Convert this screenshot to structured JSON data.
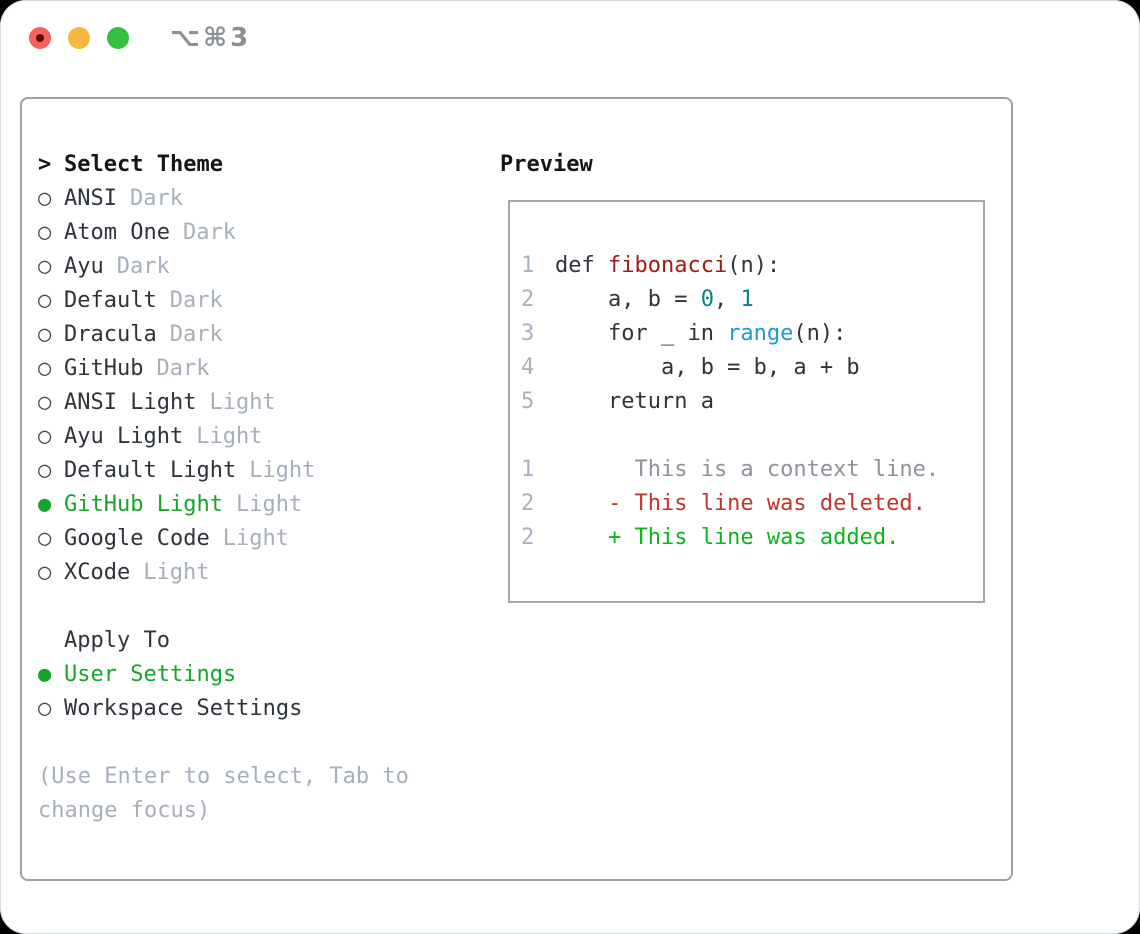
{
  "window": {
    "title": "⌥⌘3"
  },
  "colors": {
    "backdrop": "#000000",
    "window_bg": "#ffffff",
    "window_edge": "#d7dbdf",
    "title_gray": "#8b9096",
    "light_red": "#f4615a",
    "light_red_dot": "#5c0b06",
    "light_yellow": "#f6b73c",
    "light_green": "#32c03f",
    "panel_border": "#99a1ab",
    "preview_border": "#9fa7b1",
    "text_dark": "#2e343b",
    "header_dark": "#14171a",
    "muted": "#a6afbb",
    "radio_ring": "#444b53",
    "line_number": "#a6b2bf",
    "context_gray": "#8d939b",
    "accent_green": "#17a42b",
    "added_green": "#0cb41c",
    "deleted_red": "#c1352b",
    "function_red": "#a31a1a",
    "number_teal": "#0b7e87",
    "builtin_blue": "#1b98d8"
  },
  "theme_panel": {
    "header_marker": ">",
    "header": "Select Theme",
    "marker_unselected": "○",
    "marker_selected": "●",
    "items": [
      {
        "label": "ANSI",
        "variant": "Dark",
        "selected": false
      },
      {
        "label": "Atom One",
        "variant": "Dark",
        "selected": false
      },
      {
        "label": "Ayu",
        "variant": "Dark",
        "selected": false
      },
      {
        "label": "Default",
        "variant": "Dark",
        "selected": false
      },
      {
        "label": "Dracula",
        "variant": "Dark",
        "selected": false
      },
      {
        "label": "GitHub",
        "variant": "Dark",
        "selected": false
      },
      {
        "label": "ANSI Light",
        "variant": "Light",
        "selected": false
      },
      {
        "label": "Ayu Light",
        "variant": "Light",
        "selected": false
      },
      {
        "label": "Default Light",
        "variant": "Light",
        "selected": false
      },
      {
        "label": "GitHub Light",
        "variant": "Light",
        "selected": true
      },
      {
        "label": "Google Code",
        "variant": "Light",
        "selected": false
      },
      {
        "label": "XCode",
        "variant": "Light",
        "selected": false
      }
    ],
    "apply_header": "Apply To",
    "apply_items": [
      {
        "label": "User Settings",
        "selected": true
      },
      {
        "label": "Workspace Settings",
        "selected": false
      }
    ],
    "hint_lines": [
      "(Use Enter to select, Tab to",
      "change focus)"
    ]
  },
  "preview": {
    "header": "Preview",
    "lines": [
      {
        "num": "1",
        "segs": [
          {
            "t": "def ",
            "c": "code"
          },
          {
            "t": "fibonacci",
            "c": "func"
          },
          {
            "t": "(n):",
            "c": "code"
          }
        ]
      },
      {
        "num": "2",
        "segs": [
          {
            "t": "    a, b = ",
            "c": "code"
          },
          {
            "t": "0",
            "c": "number"
          },
          {
            "t": ", ",
            "c": "code"
          },
          {
            "t": "1",
            "c": "number"
          }
        ]
      },
      {
        "num": "3",
        "segs": [
          {
            "t": "    for _ in ",
            "c": "code"
          },
          {
            "t": "range",
            "c": "builtin"
          },
          {
            "t": "(n):",
            "c": "code"
          }
        ]
      },
      {
        "num": "4",
        "segs": [
          {
            "t": "        a, b = b, a + b",
            "c": "code"
          }
        ]
      },
      {
        "num": "5",
        "segs": [
          {
            "t": "    return a",
            "c": "code"
          }
        ]
      },
      {
        "num": "",
        "segs": []
      },
      {
        "num": "1",
        "segs": [
          {
            "t": "      This is a context line.",
            "c": "context"
          }
        ]
      },
      {
        "num": "2",
        "segs": [
          {
            "t": "    - This line was deleted.",
            "c": "deleted"
          }
        ]
      },
      {
        "num": "2",
        "segs": [
          {
            "t": "    + This line was added.",
            "c": "added"
          }
        ]
      }
    ]
  }
}
